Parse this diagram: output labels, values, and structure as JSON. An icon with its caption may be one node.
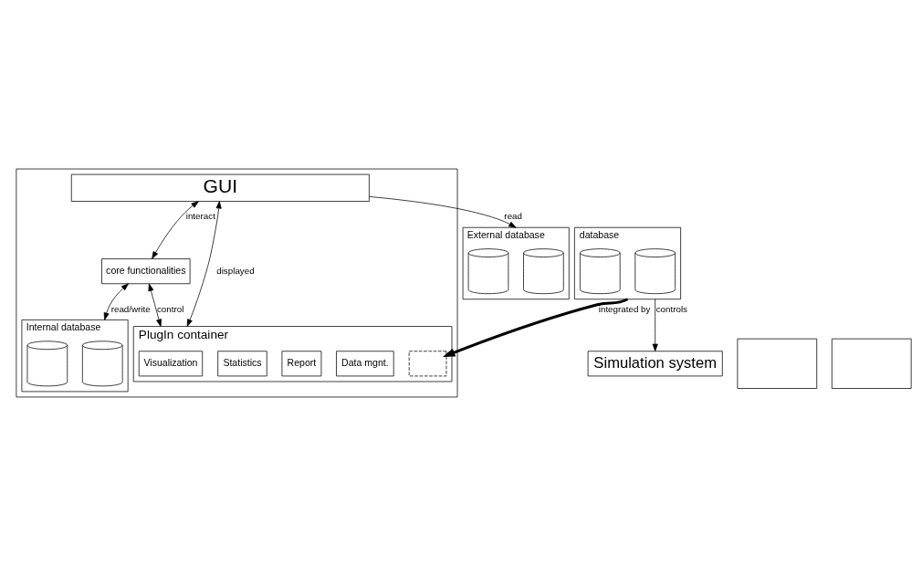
{
  "diagram": {
    "nodes": [
      {
        "text": [],
        "shape": "box"
      },
      {
        "text": [
          "GUI"
        ],
        "in": 0
      },
      {
        "text": [
          "core functionalities"
        ],
        "in": 0
      },
      {
        "text": [
          "PlugIn container"
        ],
        "in": 0
      },
      {
        "text": [
          "Visualization"
        ],
        "in": 3
      },
      {
        "text": [
          "Data mgnt."
        ],
        "in": 3
      },
      {
        "text": [
          "Report"
        ],
        "in": 3
      },
      {
        "text": [
          "Statistics"
        ],
        "in": 3
      },
      {
        "text": [],
        "shape": "box",
        "in": 3
      },
      {
        "text": [
          "Internal database"
        ],
        "in": 0
      },
      {
        "text": [],
        "shape": "cylinder",
        "in": 9
      },
      {
        "text": [],
        "shape": "cylinder",
        "in": 9
      },
      {
        "text": [
          "External database"
        ]
      },
      {
        "text": [],
        "shape": "cylinder",
        "in": 12
      },
      {
        "text": [],
        "shape": "cylinder",
        "in": 12
      },
      {
        "text": [
          "database"
        ]
      },
      {
        "text": [],
        "shape": "cylinder",
        "in": 15
      },
      {
        "text": [],
        "shape": "cylinder",
        "in": 15
      },
      {
        "text": [],
        "shape": "box"
      },
      {
        "text": [],
        "shape": "box"
      },
      {
        "text": [
          "Simulation system"
        ]
      }
    ],
    "edges": [
      {
        "from": 1,
        "to": 2,
        "arrow": "both",
        "label": "interact"
      },
      {
        "from": 1,
        "to": 3,
        "arrow": "both",
        "label": "displayed"
      },
      {
        "from": 2,
        "to": 3,
        "arrow": "both",
        "label": "control"
      },
      {
        "from": 2,
        "to": 9,
        "arrow": "both",
        "label": "read/write"
      },
      {
        "from": 1,
        "to": 12,
        "arrow": "to",
        "label": "read"
      },
      {
        "from": 15,
        "to": 8,
        "arrow": "to",
        "label": "integrated by",
        "style": "thick"
      },
      {
        "from": 15,
        "to": 20,
        "arrow": "to",
        "label": "controls"
      }
    ]
  }
}
